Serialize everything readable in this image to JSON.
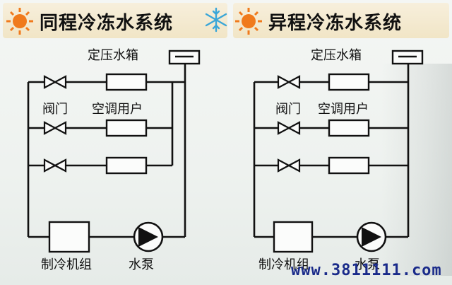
{
  "left_title": "同程冷冻水系统",
  "right_title": "异程冷冻水系统",
  "labels": {
    "tank": "定压水箱",
    "valve": "阀门",
    "ahu": "空调用户",
    "chiller": "制冷机组",
    "pump": "水泵"
  },
  "watermark": "www.3811111.com",
  "colors": {
    "sun": "#f07a1c",
    "snowflake": "#3aa6d8",
    "title_band": "#f3e8cb",
    "watermark": "#1a2b8a"
  }
}
